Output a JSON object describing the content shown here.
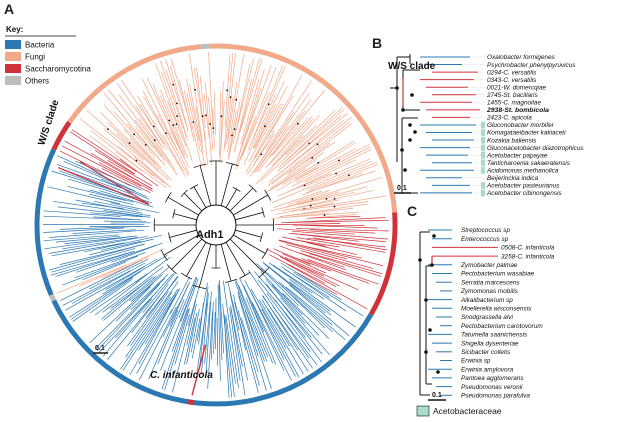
{
  "panels": {
    "a": "A",
    "b": "B",
    "c": "C"
  },
  "colors": {
    "bacteria": "#2b78b3",
    "fungi": "#f1a98a",
    "saccharomycotina": "#d0323a",
    "others": "#bdbdbd",
    "black": "#111111",
    "acetobacteraceae": "#a9dcc9"
  },
  "key": {
    "title": "Key:",
    "items": [
      {
        "label": "Bacteria",
        "color": "#2b78b3"
      },
      {
        "label": "Fungi",
        "color": "#f1a98a"
      },
      {
        "label": "Saccharomycotina",
        "color": "#d0323a"
      },
      {
        "label": "Others",
        "color": "#bdbdbd"
      }
    ]
  },
  "tree_a": {
    "center_label": "Adh1",
    "ws_clade_label": "W/S clade",
    "infanticola_label": "C. infanticola",
    "scale_label": "0.1"
  },
  "tree_b": {
    "clade_label": "W/S clade",
    "scale_label": "0.1",
    "taxa": [
      {
        "text": "Oxalobacter formigenes",
        "group": "bacteria",
        "bold": false
      },
      {
        "text": "Psychrobacter phenylpyruvicus",
        "group": "bacteria",
        "bold": false
      },
      {
        "text": "0294-C. versatilis",
        "group": "sacch",
        "bold": false
      },
      {
        "text": "0343-C. versatilis",
        "group": "sacch",
        "bold": false
      },
      {
        "text": "0021-W. domercqiae",
        "group": "sacch",
        "bold": false
      },
      {
        "text": "2745-St. bacillaris",
        "group": "sacch",
        "bold": false
      },
      {
        "text": "1455-C. magnoliae",
        "group": "sacch",
        "bold": false
      },
      {
        "text": "2938-St. bombicola",
        "group": "sacch",
        "bold": true
      },
      {
        "text": "2423-C. apicola",
        "group": "sacch",
        "bold": false
      },
      {
        "text": "Gluconobacter morbifer",
        "group": "aceto",
        "bold": false
      },
      {
        "text": "Komagataeibacter kakiaceti",
        "group": "aceto",
        "bold": false
      },
      {
        "text": "Kozakia baliensis",
        "group": "aceto",
        "bold": false
      },
      {
        "text": "Gluconacetobacter diazotrophicus",
        "group": "aceto",
        "bold": false
      },
      {
        "text": "Acetobacter papayae",
        "group": "aceto",
        "bold": false
      },
      {
        "text": "Tanticharoenia sakaeratensis",
        "group": "aceto",
        "bold": false
      },
      {
        "text": "Acidomonas methanolica",
        "group": "aceto",
        "bold": false
      },
      {
        "text": "Beijerinckia indica",
        "group": "bacteria",
        "bold": false
      },
      {
        "text": "Acetobacter pasteurianus",
        "group": "aceto",
        "bold": false
      },
      {
        "text": "Acetobacter cibinongensis",
        "group": "aceto",
        "bold": false
      }
    ]
  },
  "tree_c": {
    "scale_label": "0.1",
    "taxa": [
      {
        "text": "Streptococcus sp",
        "group": "bacteria"
      },
      {
        "text": "Enterococcus sp",
        "group": "bacteria"
      },
      {
        "text": "0508-C. infanticola",
        "group": "sacch"
      },
      {
        "text": "3258-C. infanticola",
        "group": "sacch"
      },
      {
        "text": "Zymobacter palmae",
        "group": "bacteria"
      },
      {
        "text": "Pectobacterium wasabiae",
        "group": "bacteria"
      },
      {
        "text": "Serratia marcescens",
        "group": "bacteria"
      },
      {
        "text": "Zymomonas mobilis",
        "group": "bacteria"
      },
      {
        "text": "Alkalibacterium sp",
        "group": "bacteria"
      },
      {
        "text": "Moellerella wisconsensis",
        "group": "bacteria"
      },
      {
        "text": "Snodgrassella alvi",
        "group": "bacteria"
      },
      {
        "text": "Pectobacterium carotovorum",
        "group": "bacteria"
      },
      {
        "text": "Tatumella saanichensis",
        "group": "bacteria"
      },
      {
        "text": "Shigella dysenteriae",
        "group": "bacteria"
      },
      {
        "text": "Sicibacter colletis",
        "group": "bacteria"
      },
      {
        "text": "Erwinia sp",
        "group": "bacteria"
      },
      {
        "text": "Erwinia amylovora",
        "group": "bacteria"
      },
      {
        "text": "Pantoea agglomerans",
        "group": "bacteria"
      },
      {
        "text": "Pseudomonas veronii",
        "group": "bacteria"
      },
      {
        "text": "Pseudomonas parafulva",
        "group": "bacteria"
      }
    ]
  },
  "aceto_legend": {
    "label": "Acetobacteraceae"
  }
}
